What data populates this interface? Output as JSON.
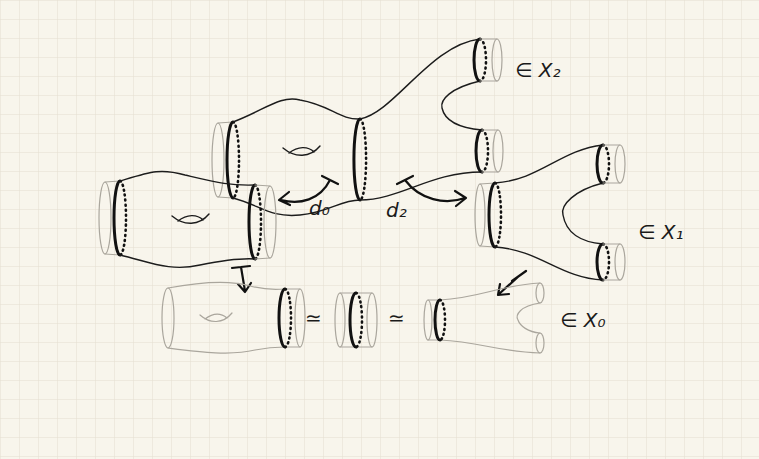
{
  "diagram": {
    "labels": [
      "∈ X₂",
      "d₀",
      "d₂",
      "∈ X₁",
      "≃",
      "≃",
      "∈ X₀"
    ]
  }
}
